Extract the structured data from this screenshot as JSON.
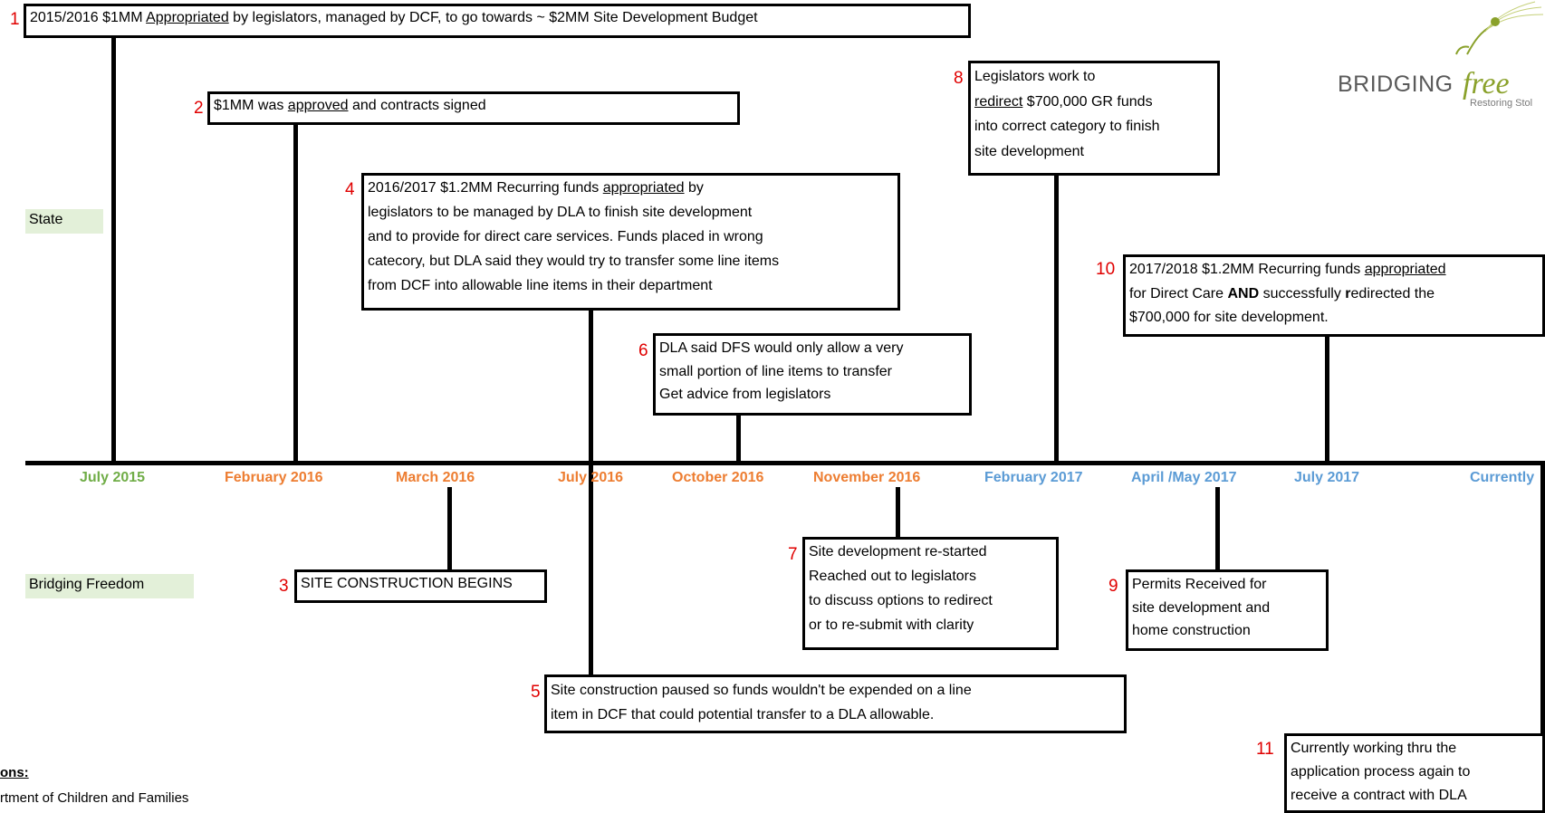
{
  "lanes": {
    "state": "State",
    "bridging": "Bridging Freedom"
  },
  "dates": [
    {
      "label": "July 2015",
      "color": "#70ad47"
    },
    {
      "label": "February 2016",
      "color": "#ed7d31"
    },
    {
      "label": "March 2016",
      "color": "#ed7d31"
    },
    {
      "label": "July 2016",
      "color": "#ed7d31"
    },
    {
      "label": "October 2016",
      "color": "#ed7d31"
    },
    {
      "label": "November 2016",
      "color": "#ed7d31"
    },
    {
      "label": "February 2017",
      "color": "#5b9bd5"
    },
    {
      "label": "April /May 2017",
      "color": "#5b9bd5"
    },
    {
      "label": "July 2017",
      "color": "#5b9bd5"
    },
    {
      "label": "Currently",
      "color": "#5b9bd5"
    }
  ],
  "events": {
    "e1": {
      "num": "1",
      "lines": [
        "2015/2016 $1MM ",
        "Appropriated",
        " by legislators, managed by DCF, to go towards ~ $2MM Site Development Budget"
      ]
    },
    "e2": {
      "num": "2",
      "a": "$1MM was ",
      "u": "approved",
      "b": " and contracts signed"
    },
    "e3": {
      "num": "3",
      "text": "SITE CONSTRUCTION BEGINS"
    },
    "e4": {
      "num": "4",
      "l1a": "2016/2017 $1.2MM Recurring funds ",
      "l1u": "appropriated",
      "l1b": " by",
      "l2": "legislators to be managed by DLA to finish site development",
      "l3": "and to provide for direct care services.  Funds placed in wrong",
      "l4": "catecory, but DLA said they would try to transfer some line items",
      "l5": "from DCF into allowable line items in their department"
    },
    "e5": {
      "num": "5",
      "l1": "Site construction paused so funds wouldn't be expended on a line",
      "l2": "item in DCF that could potential transfer to a DLA allowable."
    },
    "e6": {
      "num": "6",
      "l1": "DLA said DFS would only allow a very",
      "l2": "small portion of line items to transfer",
      "l3": "Get advice from legislators"
    },
    "e7": {
      "num": "7",
      "l1": "Site development re-started",
      "l2": "Reached out to legislators",
      "l3": "to discuss options to redirect",
      "l4": "or to re-submit with clarity"
    },
    "e8": {
      "num": "8",
      "l1": "Legislators work to",
      "l2u": "redirect",
      "l2b": " $700,000 GR funds",
      "l3": "into correct category to finish",
      "l4": "site development"
    },
    "e9": {
      "num": "9",
      "l1": "Permits Received for",
      "l2": "site development and",
      "l3": "home construction"
    },
    "e10": {
      "num": "10",
      "l1a": "2017/2018 $1.2MM Recurring funds ",
      "l1u": "appropriated",
      "l2a": "for Direct Care ",
      "l2b": "AND",
      "l2c": " successfully ",
      "l2d": "r",
      "l2e": "edirected the",
      "l3": "$700,000 for site development."
    },
    "e11": {
      "num": "11",
      "l1": "Currently working thru the",
      "l2": "application process again to",
      "l3": "receive a contract with DLA"
    }
  },
  "logo": {
    "main": "BRIDGING",
    "script": "free",
    "sub": "Restoring Stol",
    "leaf_color": "#8aa12b"
  },
  "abbreviations": {
    "title": "ons:",
    "line1": "rtment of Children and Families"
  }
}
